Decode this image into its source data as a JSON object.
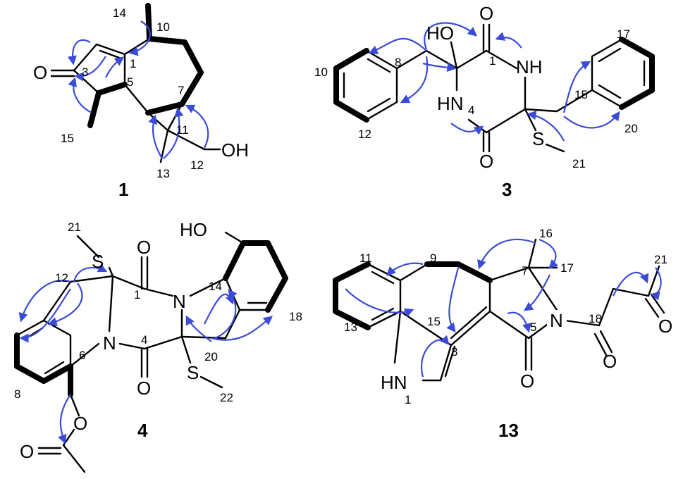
{
  "colors": {
    "bond": "#000000",
    "hmbc_arrow": "#3a4bd8",
    "background": "#ffffff"
  },
  "compounds": [
    {
      "id": "1",
      "atoms": {
        "o_ketone": "O",
        "oh": "OH"
      },
      "numbers": [
        "14",
        "10",
        "1",
        "3",
        "5",
        "7",
        "11",
        "15",
        "12",
        "13"
      ]
    },
    {
      "id": "3",
      "atoms": {
        "oh": "HO",
        "o1": "O",
        "nh1": "NH",
        "nh2": "HN",
        "o4": "O",
        "s": "S"
      },
      "numbers": [
        "17",
        "1",
        "10",
        "8",
        "15",
        "4",
        "12",
        "20",
        "21"
      ]
    },
    {
      "id": "4",
      "atoms": {
        "oh": "HO",
        "s1": "S",
        "o1": "O",
        "n1": "N",
        "n2": "N",
        "o4": "O",
        "s2": "S",
        "o_ester": "O",
        "o_carbonyl": "O"
      },
      "numbers": [
        "21",
        "12",
        "1",
        "14",
        "18",
        "6",
        "4",
        "20",
        "8",
        "22"
      ]
    },
    {
      "id": "13",
      "atoms": {
        "n_amide": "N",
        "o5": "O",
        "o18": "O",
        "o20": "O",
        "nh": "HN"
      },
      "numbers": [
        "16",
        "11",
        "9",
        "7",
        "17",
        "21",
        "18",
        "13",
        "15",
        "3",
        "5",
        "1"
      ]
    }
  ]
}
